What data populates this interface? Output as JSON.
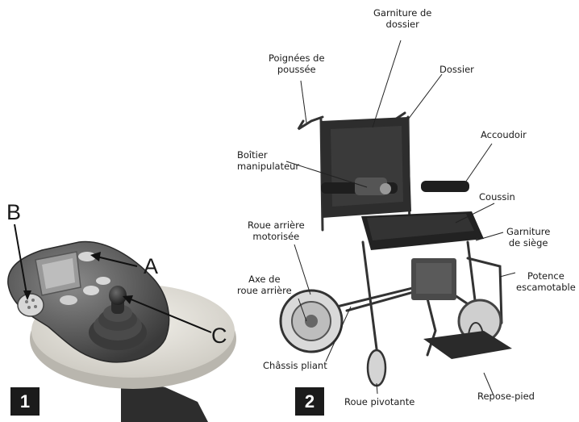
{
  "panel_1": {
    "badge": "1",
    "callouts": {
      "a": "A",
      "b": "B",
      "c": "C"
    }
  },
  "panel_2": {
    "badge": "2",
    "labels": {
      "garniture_dossier": [
        "Garniture de",
        "dossier"
      ],
      "poignees": [
        "Poignées de",
        "poussée"
      ],
      "dossier": "Dossier",
      "accoudoir": "Accoudoir",
      "boitier": [
        "Boîtier",
        "manipulateur"
      ],
      "coussin": "Coussin",
      "roue_arriere": [
        "Roue arrière",
        "motorisée"
      ],
      "garniture_siege": [
        "Garniture",
        "de siège"
      ],
      "potence": [
        "Potence",
        "escamotable"
      ],
      "axe": [
        "Axe de",
        "roue arrière"
      ],
      "chassis": "Châssis pliant",
      "repose_pied": "Repose-pied",
      "roue_pivotante": "Roue pivotante"
    }
  }
}
